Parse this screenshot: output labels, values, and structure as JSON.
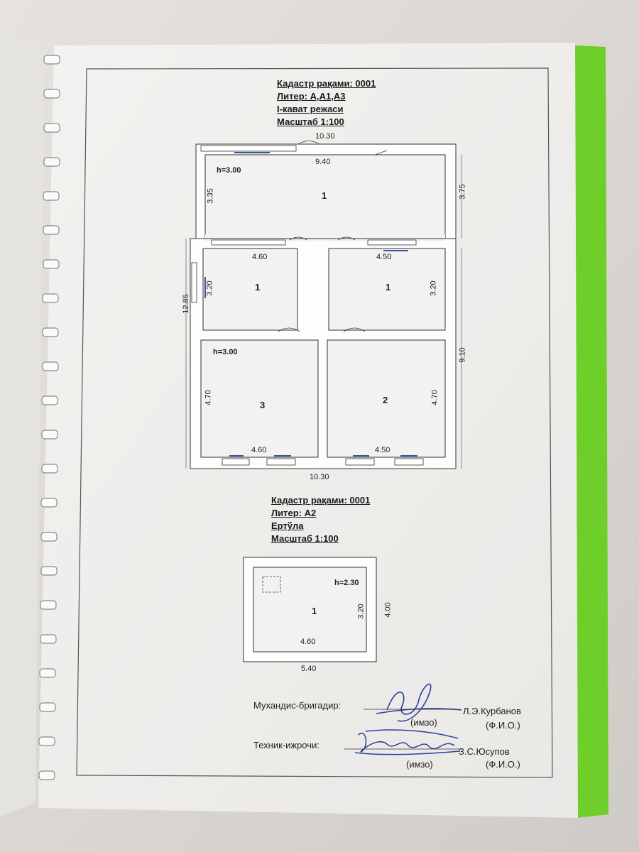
{
  "plan1": {
    "title_lines": [
      "Кадастр рақами: 0001",
      "Литер: А,А1,А3",
      "I-кават режаси",
      "Масштаб 1:100"
    ],
    "dims": {
      "top_outer": "10.30",
      "top_inner": "9.40",
      "bottom_outer": "10.30",
      "left_total": "12.85",
      "right_upper": "3.75",
      "right_lower": "9.10",
      "big_room_h": "3.35",
      "mid_left_w": "4.60",
      "mid_left_h": "3.20",
      "mid_right_w": "4.50",
      "mid_right_h": "3.20",
      "low_left_w": "4.60",
      "low_left_h": "4.70",
      "low_right_w": "4.50",
      "low_right_h": "4.70"
    },
    "heights": {
      "top": "h=3.00",
      "lower": "h=3.00"
    },
    "rooms": {
      "big": "1",
      "mid_left": "1",
      "mid_right": "1",
      "low_left": "3",
      "low_right": "2"
    }
  },
  "plan2": {
    "title_lines": [
      "Кадастр рақами: 0001",
      "Литер: А2",
      "Ертўла",
      "Масштаб 1:100"
    ],
    "dims": {
      "outer_w": "5.40",
      "inner_w": "4.60",
      "inner_h": "3.20",
      "outer_h": "4.00"
    },
    "height": "h=2.30",
    "room": "1"
  },
  "signatures": {
    "engineer_role": "Мухандис-бригадир:",
    "engineer_name": "Л.Э.Курбанов",
    "technician_role": "Техник-ижрочи:",
    "technician_name": "З.С.Юсупов",
    "sign_label": "(имзо)",
    "fio_label": "(Ф.И.О.)"
  },
  "colors": {
    "cover_green": "#6fcf2a",
    "paper": "#f4f3f1",
    "wall_fill": "#ffffff",
    "line": "#333333"
  }
}
